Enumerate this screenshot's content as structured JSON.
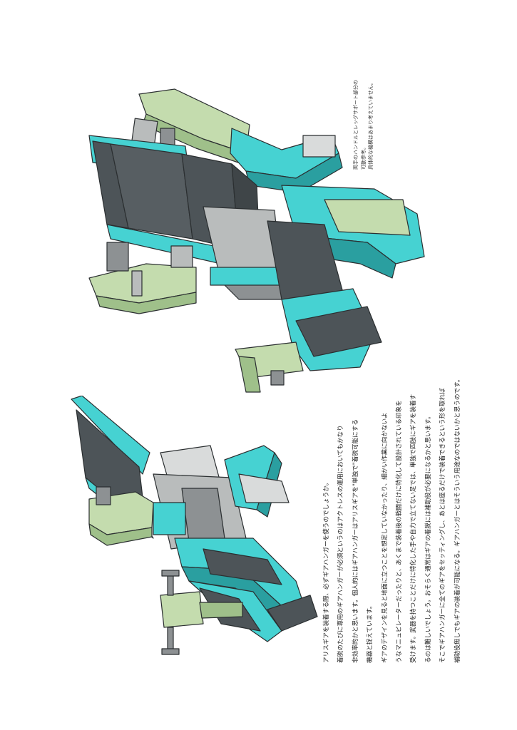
{
  "colors": {
    "teal": "#46d2d2",
    "teal_dark": "#2a9fa0",
    "panel_dark": "#4d5458",
    "grey": "#b9bcbc",
    "grey_light": "#d9dbdb",
    "mint": "#c4dcae",
    "mint_dark": "#9fc08a",
    "outline": "#2b2f31"
  },
  "note": {
    "lines": [
      "両手のハンドルとレッグサポート部分の",
      "可動参考。",
      "具体的な機構はあまり考えていません。"
    ]
  },
  "body": {
    "lines": [
      "アリスギアを装着する際、必ずギアハンガーを使うのでしょうか。",
      "着脱のたびに専用のギアハンガーが必須というのはアクトレスの運用においてもかなり",
      "非効率的かと思います。個人的にはギアハンガーはアリスギアを\"単独で\"着脱可能にする",
      "機器と捉えています。",
      "ギアのデザインを見ると地面に立つことを想定していなかったり、細かい作業に向かないよ",
      "うなマニュピレーターだったりと、あくまで装着後の戦闘だけに特化して設計されている印象を",
      "受けます。武器を持つことだけに特化した手や自力で立てない足では、単独で四肢にギアを装着す",
      "るのは難しいでしょう。おそらく通常はギアの着脱には補助役が必要になるかと思います。",
      "そこでギアハンガーに全てのギアをセッティングし、あとは座るだけで装着できるという形を取れば",
      "補助役無しでもギアの装着が可能になる。ギアハンガーとはそういう用途なのではないかと思うのです。"
    ]
  }
}
